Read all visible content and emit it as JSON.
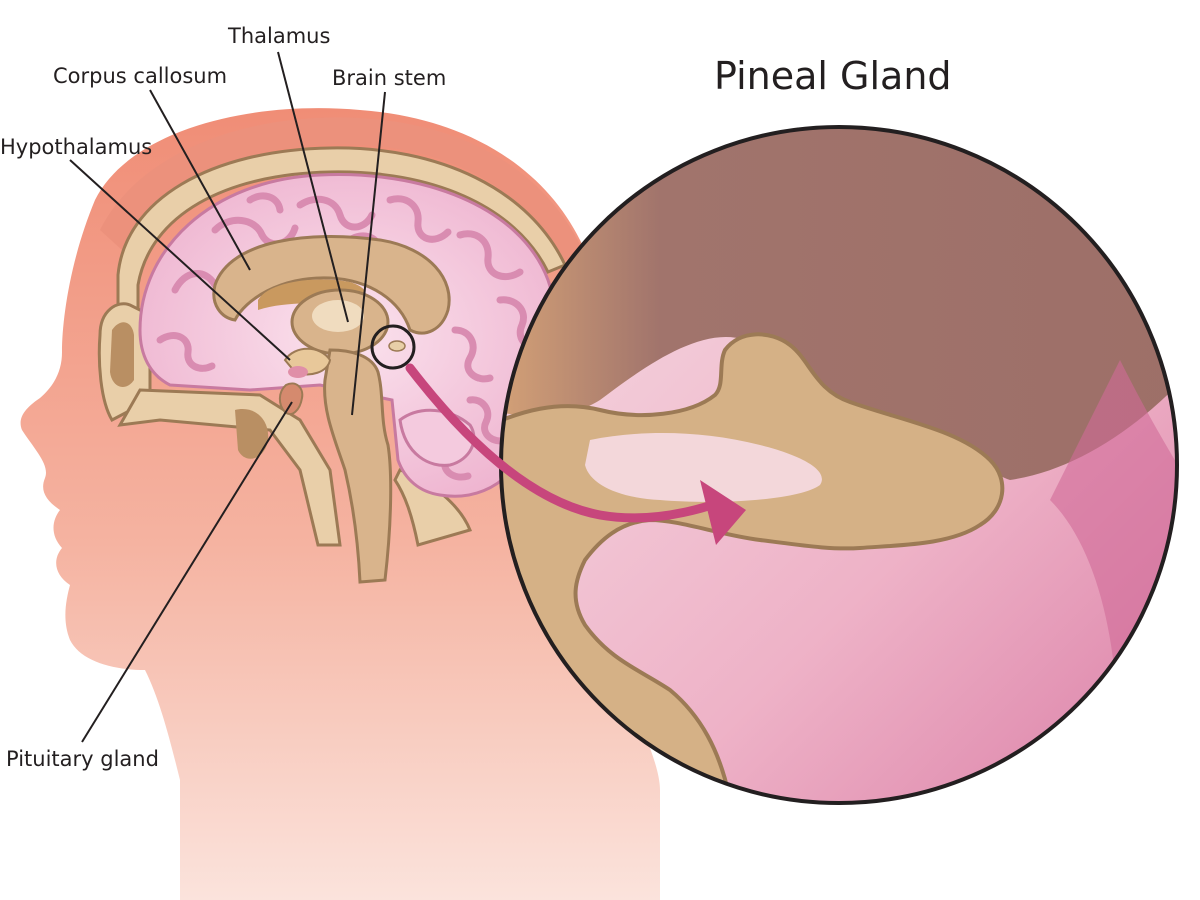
{
  "diagram": {
    "title": "Pineal Gland",
    "labels": {
      "thalamus": "Thalamus",
      "corpus_callosum": "Corpus callosum",
      "brain_stem": "Brain stem",
      "hypothalamus": "Hypothalamus",
      "pituitary_gland": "Pituitary gland"
    }
  },
  "colors": {
    "skin": "#f2b3a3",
    "scalp": "#ec9a86",
    "brain": "#f4cade",
    "brain_folds": "#d98cb1",
    "tissue": "#d9b48c",
    "tissue_outline": "#9c7a55",
    "dark_tissue": "#a1746c",
    "arrow": "#c7467c",
    "line": "#231f20"
  }
}
